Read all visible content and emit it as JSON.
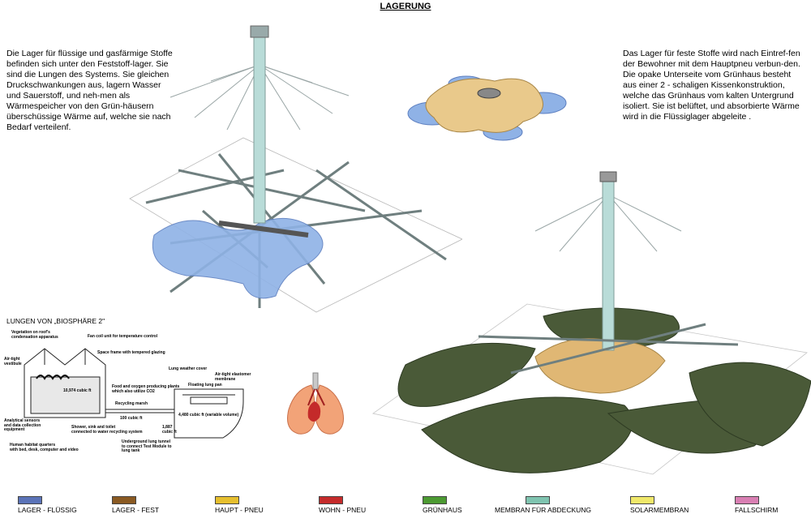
{
  "title": "LAGERUNG",
  "left_text": "Die Lager für  flüssige und gasfärmige Stoffe befinden sich unter den Feststoff-lager. Sie sind die Lungen des Systems. Sie gleichen Druckschwankungen aus, lagern Wasser und Sauerstoff, und neh-men als Wärmespeicher von den Grün-häusern überschüssige Wärme auf, welche sie nach Bedarf verteilenf.",
  "right_text_1": "Das Lager für feste Stoffe wird nach Eintref-fen  der Bewohner mit dem Hauptpneu verbun-den.",
  "right_text_2": "Die opake Unterseite vom Grünhaus besteht aus einer 2 - schaligen Kissenkonstruktion, welche das Grünhaus vom kalten Untergrund isoliert. Sie ist belüftet, und absorbierte Wärme wird in die Flüssiglager abgeleite       .",
  "lung_heading": "LUNGEN VON „BIOSPHÄRE 2\"",
  "diagram_labels": {
    "vegetation": "Vegetation on roof's\ncondensation apparatus",
    "fan": "Fan coil unit for temperature control",
    "space_frame": "Space frame with tempered glazing",
    "airtight_vestibule": "Air-tight\nvestibule",
    "cubic_10974": "10,974 cubic ft",
    "food": "Food and oxygen producing plants\nwhich also utilize CO2",
    "recycling": "Recycling marsh",
    "analytical": "Analytical sensors\nand data collection\nequipment",
    "cubic_100": "100 cubic ft",
    "shower": "Shower, sink and toilet\nconnected to water recycling system",
    "human": "Human habitat quarters\nwith bed, desk, computer and video",
    "underground": "Underground lung tunnel\nto connect Test Module to\nlung tank",
    "weather": "Lung weather cover",
    "membrane": "Air-tight elastomer\nmembrane",
    "floating": "Floating lung pan",
    "cubic_4480": "4,480 cubic ft (variable volume)",
    "cubic_1887": "1,887\ncubic ft"
  },
  "legend": [
    {
      "label": "LAGER - FLÜSSIG",
      "color": "#5b73b8"
    },
    {
      "label": "LAGER - FEST",
      "color": "#8a5a22"
    },
    {
      "label": "HAUPT - PNEU",
      "color": "#e6bf2e"
    },
    {
      "label": "WOHN - PNEU",
      "color": "#c52b2b"
    },
    {
      "label": "GRÜNHAUS",
      "color": "#4c9a32"
    },
    {
      "label": "MEMBRAN FÜR ABDECKUNG",
      "color": "#7fc4b0"
    },
    {
      "label": "SOLARMEMBRAN",
      "color": "#f0e86a"
    },
    {
      "label": "FALLSCHIRM",
      "color": "#d97fb3"
    }
  ]
}
